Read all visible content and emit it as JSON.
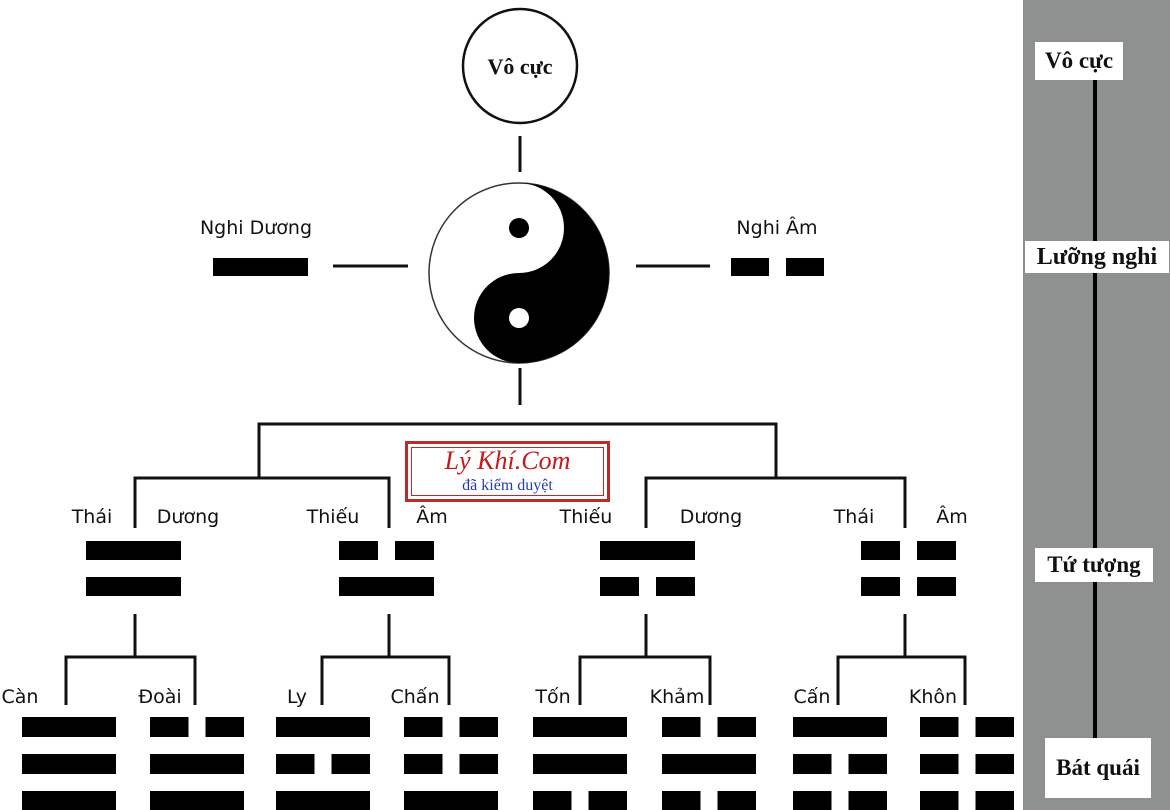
{
  "title": "Vô cực → Lưỡng nghi → Tứ tượng → Bát quái",
  "root": {
    "label": "Vô cực"
  },
  "luong_nghi": [
    {
      "label": "Nghi Dương",
      "lines": [
        1
      ]
    },
    {
      "label": "Nghi Âm",
      "lines": [
        0
      ]
    }
  ],
  "tu_tuong": [
    {
      "left": "Thái",
      "right": "Dương",
      "lines": [
        1,
        1
      ]
    },
    {
      "left": "Thiếu",
      "right": "Âm",
      "lines": [
        0,
        1
      ]
    },
    {
      "left": "Thiếu",
      "right": "Dương",
      "lines": [
        1,
        0
      ]
    },
    {
      "left": "Thái",
      "right": "Âm",
      "lines": [
        0,
        0
      ]
    }
  ],
  "bat_quai": [
    {
      "label": "Càn",
      "lines": [
        1,
        1,
        1
      ]
    },
    {
      "label": "Đoài",
      "lines": [
        0,
        1,
        1
      ]
    },
    {
      "label": "Ly",
      "lines": [
        1,
        0,
        1
      ]
    },
    {
      "label": "Chấn",
      "lines": [
        0,
        0,
        1
      ]
    },
    {
      "label": "Tốn",
      "lines": [
        1,
        1,
        0
      ]
    },
    {
      "label": "Khảm",
      "lines": [
        0,
        1,
        0
      ]
    },
    {
      "label": "Cấn",
      "lines": [
        1,
        0,
        0
      ]
    },
    {
      "label": "Khôn",
      "lines": [
        0,
        0,
        0
      ]
    }
  ],
  "stamp": {
    "brand": "Lý Khí.Com",
    "subtitle": "đã kiểm duyệt",
    "border_color": "#c0282c",
    "brand_color": "#c41a1a",
    "subtitle_color": "#2a3ba8"
  },
  "side_panel": {
    "background": "#8e9190",
    "levels": [
      "Vô cực",
      "Lưỡng nghi",
      "Tứ tượng",
      "Bát quái"
    ]
  }
}
